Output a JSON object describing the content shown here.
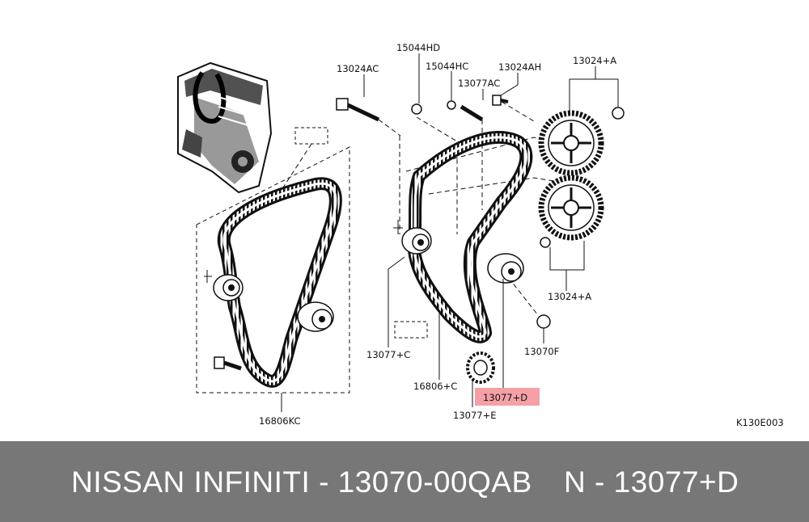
{
  "diagram": {
    "part_labels": {
      "bolt_top_left": "13024AC",
      "nut_top": "15044HD",
      "washer": "15044HC",
      "stud": "13077AC",
      "bolt_right": "13024AH",
      "cam_sprocket_top": "13024+A",
      "cam_sprocket_bottom": "13024+A",
      "idler_pulley": "13077+C",
      "timing_belt_right": "16806+C",
      "tensioner": "13077+D",
      "crank_sprocket": "13077+E",
      "nut_right": "13070F",
      "timing_belt_kit": "16806KC",
      "figure_code": "K130E003"
    },
    "highlight_color": "#f4a0a6"
  },
  "footer": {
    "brand_part": "NISSAN INFINITI - 13070-00QAB",
    "ref_part": "N - 13077+D"
  },
  "colors": {
    "footer_bg": "#777777",
    "footer_text": "#ffffff"
  }
}
